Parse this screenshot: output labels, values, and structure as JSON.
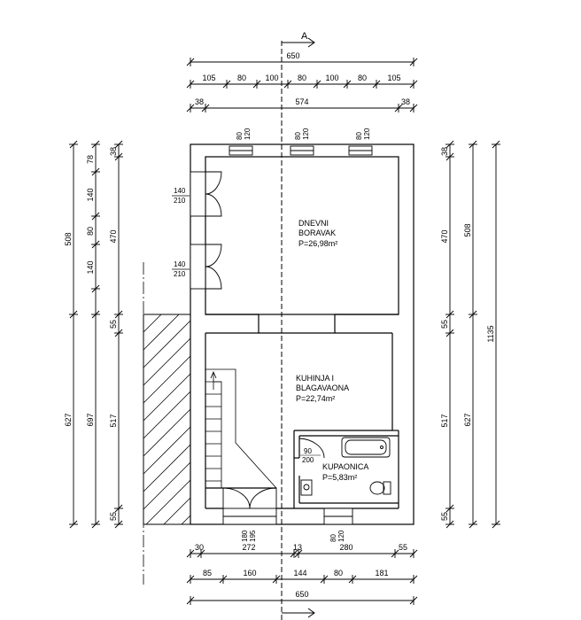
{
  "section": {
    "label": "A"
  },
  "top_dims": {
    "overall": "650",
    "row2": [
      "105",
      "80",
      "100",
      "80",
      "100",
      "80",
      "105"
    ],
    "row3": [
      "38",
      "574",
      "38"
    ]
  },
  "window_top": {
    "w": "80",
    "h": "120"
  },
  "left_dims": {
    "outer1": "508",
    "outer2": "627",
    "mid": "697",
    "inner_top": [
      "78",
      "140",
      "80",
      "140"
    ],
    "inner2": [
      "38",
      "470",
      "55",
      "517",
      "55"
    ]
  },
  "right_dims": {
    "inner": [
      "38",
      "470",
      "55",
      "517",
      "55"
    ],
    "mid": [
      "508",
      "627"
    ],
    "overall": "1135"
  },
  "doors_left": [
    {
      "w": "140",
      "h": "210"
    },
    {
      "w": "140",
      "h": "210"
    }
  ],
  "rooms": {
    "living": {
      "name1": "DNEVNI",
      "name2": "BORAVAK",
      "area": "P=26,98m²"
    },
    "kitchen": {
      "name1": "KUHINJA I",
      "name2": "BLAGAVAONA",
      "area": "P=22,74m²"
    },
    "bath": {
      "name": "KUPAONICA",
      "area": "P=5,83m²"
    }
  },
  "bath_door": {
    "w": "90",
    "h": "200"
  },
  "bottom_openings": {
    "entrance": {
      "w": "180",
      "h": "195"
    },
    "window": {
      "w": "80",
      "h": "120"
    }
  },
  "bottom_dims": {
    "row1": [
      "30",
      "272",
      "13",
      "280",
      "55"
    ],
    "row2": [
      "85",
      "160",
      "144",
      "80",
      "181"
    ],
    "overall": "650"
  }
}
